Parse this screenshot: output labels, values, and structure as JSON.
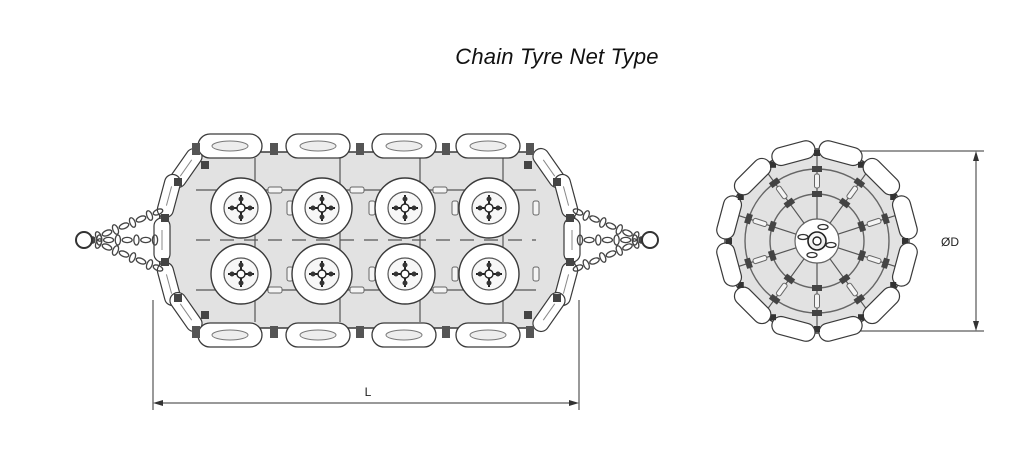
{
  "diagram": {
    "title": "Chain Tyre Net Type",
    "length_label": "L",
    "diameter_label": "ØD"
  },
  "colors": {
    "body_fill": "#e2e2e2",
    "outline": "#3a3a3a",
    "tyre_fill": "#ffffff",
    "chain": "#444444"
  }
}
